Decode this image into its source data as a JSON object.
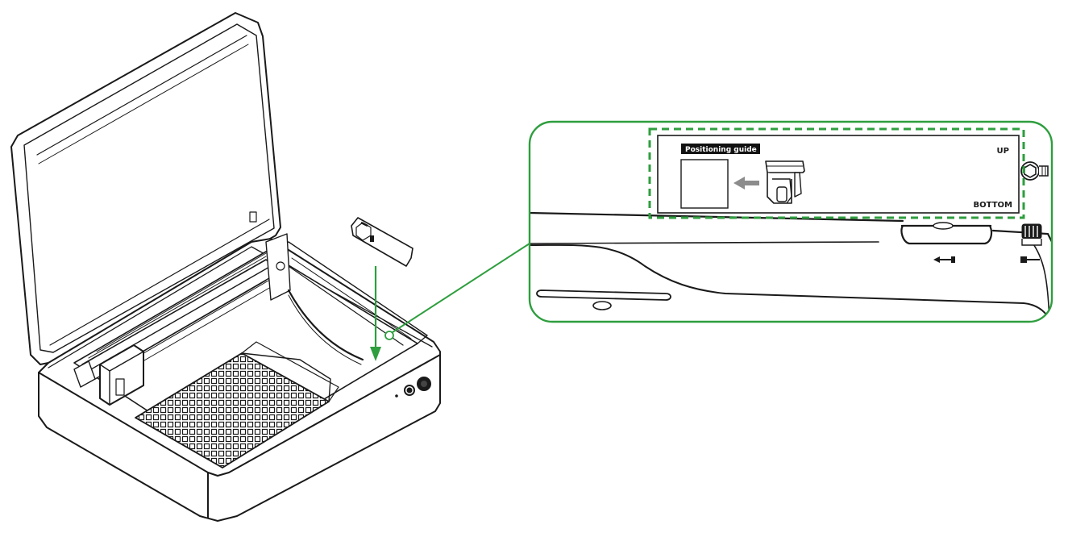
{
  "callout": {
    "badge": "Positioning guide",
    "up_label": "UP",
    "bottom_label": "BOTTOM"
  },
  "colors": {
    "accent_green": "#2e9e3e",
    "line": "#1a1a1a",
    "badge_bg": "#111111",
    "badge_text": "#ffffff",
    "arrow_gray": "#8c8c8c"
  },
  "icons": [
    "laser-engraver-machine",
    "positioning-guide-plate",
    "direction-arrow",
    "hex-screw",
    "lid-hinge-clip"
  ]
}
